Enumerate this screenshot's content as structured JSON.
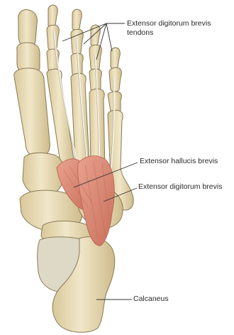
{
  "labels": {
    "edb_tendons": "Extensor digitorum brevis tendons",
    "ehb": "Extensor hallucis brevis",
    "edb": "Extensor digitorum brevis",
    "calcaneus": "Calcaneus"
  },
  "colors": {
    "bone": "#e9ddb9",
    "bone_shadow": "#c9b78a",
    "bone_outline": "#8a7a55",
    "muscle": "#d98c78",
    "muscle_line": "#b8604c",
    "tendon": "#f2efe6",
    "leader": "#333333",
    "text": "#2a2a2a"
  }
}
